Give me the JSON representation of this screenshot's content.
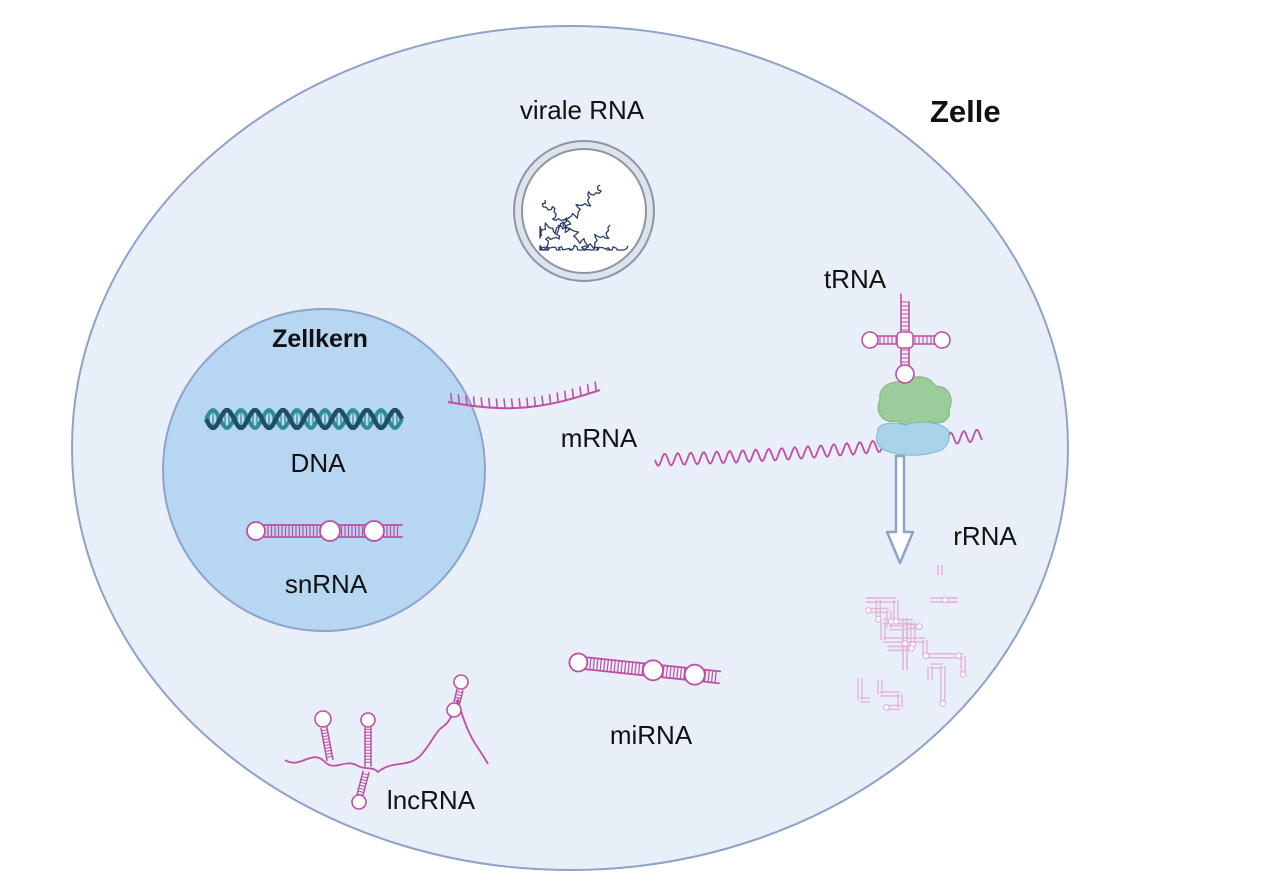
{
  "cell": {
    "title": "Zelle",
    "fill": "#e8eff9",
    "stroke": "#8ea3c9"
  },
  "nucleus": {
    "title": "Zellkern",
    "fill": "#b7d6f1",
    "stroke": "#8ea3c9"
  },
  "labels": {
    "viral": "virale RNA",
    "dna": "DNA",
    "snrna": "snRNA",
    "mrna": "mRNA",
    "trna": "tRNA",
    "rrna": "rRNA",
    "mirna": "miRNA",
    "lncrna": "lncRNA"
  },
  "colors": {
    "rna": "#c04fa6",
    "rna_light": "#e3b5d8",
    "dna": "#1f4f63",
    "dna_accent": "#2f8a9a",
    "viral_strand": "#2f3d6e",
    "ribosome_large": "#9ccc9c",
    "ribosome_small": "#a9d3e6",
    "arrow": "#8ea3c9"
  }
}
